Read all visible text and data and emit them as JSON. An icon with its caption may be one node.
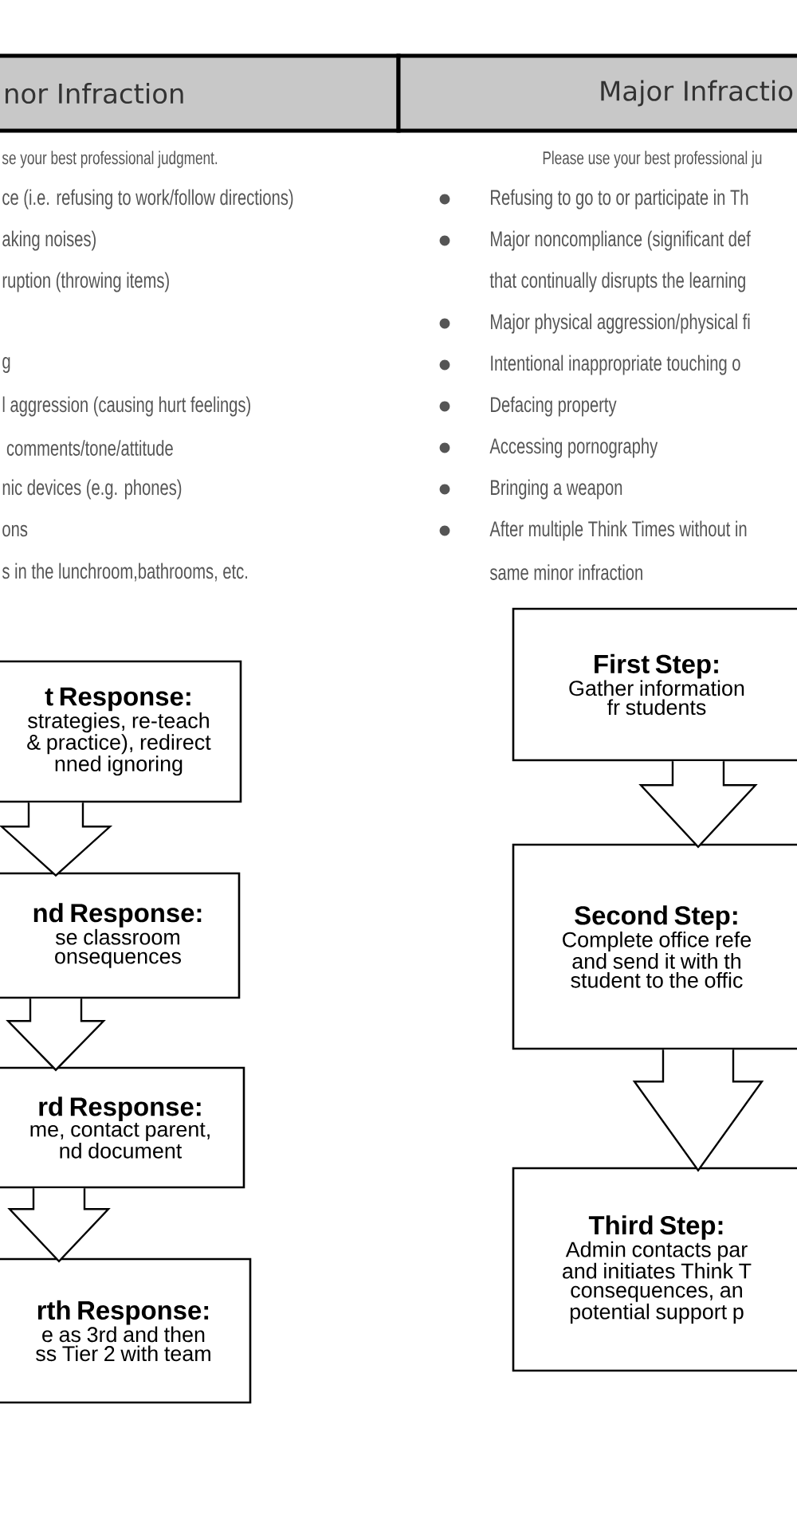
{
  "diagram": {
    "nodes": [
      {
        "text": [
          "nor Infraction"
        ]
      },
      {
        "text": [
          "Major Infractio"
        ]
      },
      {
        "text": [
          "t Response:",
          "strategies, re-teach & practice), redirect nned ignoring"
        ]
      },
      {
        "text": [
          "nd Response:",
          "se classroom onsequences"
        ]
      },
      {
        "text": [
          "rd Response:",
          "me, contact parent, nd document"
        ]
      },
      {
        "text": [
          "rth Response:",
          "e as 3rd and then ss Tier 2 with team"
        ]
      },
      {
        "text": [
          "First Step:",
          "Gather information fr students"
        ]
      },
      {
        "text": [
          "Second Step:",
          "Complete office refe and send it with th student to the offic"
        ]
      },
      {
        "text": [
          "Third Step:",
          "Admin contacts par and initiates Think T consequences, an potential support p"
        ]
      }
    ],
    "edges": [
      {
        "from": 2,
        "to": 3,
        "arrow": "to"
      },
      {
        "from": 3,
        "to": 4,
        "arrow": "to"
      },
      {
        "from": 4,
        "to": 5,
        "arrow": "to"
      },
      {
        "from": 6,
        "to": 7,
        "arrow": "to"
      },
      {
        "from": 7,
        "to": 8,
        "arrow": "to"
      }
    ],
    "labels": [
      "se your best professional judgment.",
      "ce (i.e. refusing to work/follow directions)",
      "aking noises)",
      "ruption (throwing items)",
      "g",
      "l aggression (causing hurt feelings)",
      " comments/tone/attitude",
      "nic devices (e.g. phones)",
      "ons",
      "s in the lunchroom,bathrooms, etc.",
      "Please use your best professional ju",
      "Refusing to go to or participate in Th",
      "Major noncompliance (significant def",
      "that continually disrupts the learning",
      "Major physical aggression/physical fi",
      "Intentional inappropriate touching o",
      "Defacing property",
      "Accessing pornography",
      "Bringing a weapon",
      "After multiple Think Times without in",
      "same minor infraction"
    ]
  }
}
